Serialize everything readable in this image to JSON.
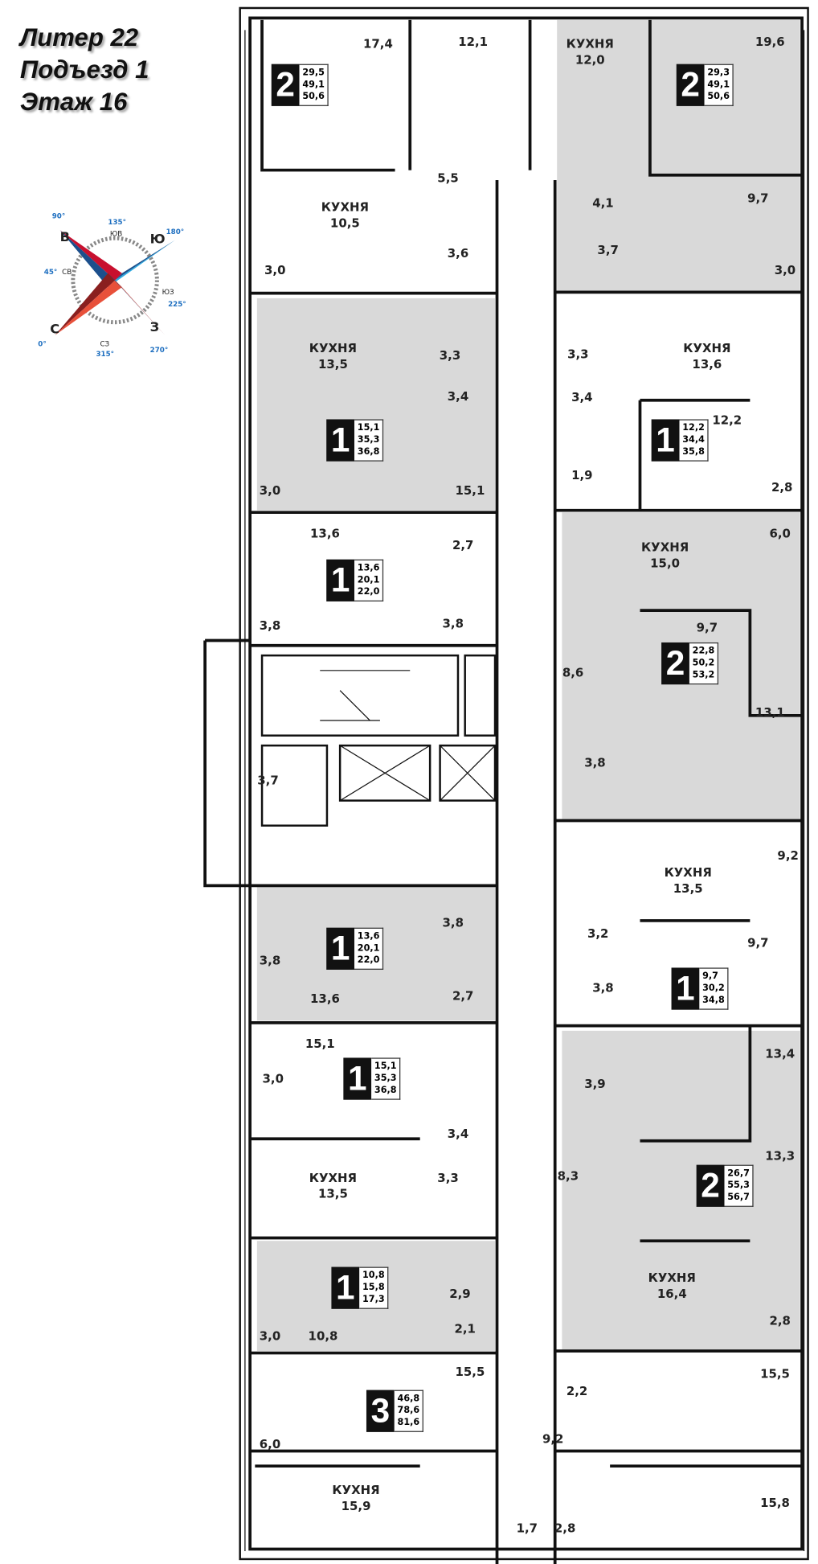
{
  "header": {
    "line1": "Литер 22",
    "line2": "Подъезд 1",
    "line3": "Этаж 16"
  },
  "compass": {
    "labels": [
      "В",
      "Ю",
      "С",
      "З",
      "СВ",
      "ЮВ",
      "ЮЗ",
      "СЗ"
    ],
    "degrees": [
      "90°",
      "180°",
      "0°",
      "270°",
      "45°",
      "135°",
      "225°",
      "315°"
    ]
  },
  "colors": {
    "shaded": "#d9d9d9",
    "wall": "#111111",
    "badge": "#111111"
  },
  "rooms": [
    {
      "area": "17,4"
    },
    {
      "area": "12,1"
    },
    {
      "area": "5,5"
    },
    {
      "name": "КУХНЯ",
      "area": "10,5"
    },
    {
      "area": "3,6"
    },
    {
      "area": "3,0"
    },
    {
      "name": "КУХНЯ",
      "area": "12,0"
    },
    {
      "area": "19,6"
    },
    {
      "area": "4,1"
    },
    {
      "area": "9,7"
    },
    {
      "area": "3,7"
    },
    {
      "area": "3,0"
    },
    {
      "name": "КУХНЯ",
      "area": "13,5"
    },
    {
      "area": "3,3"
    },
    {
      "area": "3,4"
    },
    {
      "area": "3,0"
    },
    {
      "area": "15,1"
    },
    {
      "area": "3,3"
    },
    {
      "name": "КУХНЯ",
      "area": "13,6"
    },
    {
      "area": "3,4"
    },
    {
      "area": "12,2"
    },
    {
      "area": "1,9"
    },
    {
      "area": "2,8"
    },
    {
      "area": "13,6"
    },
    {
      "area": "2,7"
    },
    {
      "area": "3,8"
    },
    {
      "area": "3,8"
    },
    {
      "name": "КУХНЯ",
      "area": "15,0"
    },
    {
      "area": "6,0"
    },
    {
      "area": "9,7"
    },
    {
      "area": "8,6"
    },
    {
      "area": "13,1"
    },
    {
      "area": "3,8"
    },
    {
      "area": "3,7"
    },
    {
      "area": "9,2"
    },
    {
      "name": "КУХНЯ",
      "area": "13,5"
    },
    {
      "area": "3,2"
    },
    {
      "area": "9,7"
    },
    {
      "area": "3,8"
    },
    {
      "area": "3,8"
    },
    {
      "area": "3,8"
    },
    {
      "area": "13,6"
    },
    {
      "area": "2,7"
    },
    {
      "area": "15,1"
    },
    {
      "area": "3,0"
    },
    {
      "area": "3,4"
    },
    {
      "name": "КУХНЯ",
      "area": "13,5"
    },
    {
      "area": "3,3"
    },
    {
      "area": "13,4"
    },
    {
      "area": "3,9"
    },
    {
      "area": "8,3"
    },
    {
      "area": "13,3"
    },
    {
      "name": "КУХНЯ",
      "area": "16,4"
    },
    {
      "area": "2,8"
    },
    {
      "area": "2,9"
    },
    {
      "area": "3,0"
    },
    {
      "area": "10,8"
    },
    {
      "area": "2,1"
    },
    {
      "area": "15,5"
    },
    {
      "area": "2,2"
    },
    {
      "area": "15,5"
    },
    {
      "area": "6,0"
    },
    {
      "area": "9,2"
    },
    {
      "name": "КУХНЯ",
      "area": "15,9"
    },
    {
      "area": "15,8"
    },
    {
      "area": "1,7"
    },
    {
      "area": "2,8"
    }
  ],
  "apartments": [
    {
      "rooms": "2",
      "living": "29,5",
      "total": "49,1",
      "full": "50,6"
    },
    {
      "rooms": "2",
      "living": "29,3",
      "total": "49,1",
      "full": "50,6"
    },
    {
      "rooms": "1",
      "living": "15,1",
      "total": "35,3",
      "full": "36,8"
    },
    {
      "rooms": "1",
      "living": "12,2",
      "total": "34,4",
      "full": "35,8"
    },
    {
      "rooms": "1",
      "living": "13,6",
      "total": "20,1",
      "full": "22,0"
    },
    {
      "rooms": "2",
      "living": "22,8",
      "total": "50,2",
      "full": "53,2"
    },
    {
      "rooms": "1",
      "living": "9,7",
      "total": "30,2",
      "full": "34,8"
    },
    {
      "rooms": "1",
      "living": "13,6",
      "total": "20,1",
      "full": "22,0"
    },
    {
      "rooms": "1",
      "living": "15,1",
      "total": "35,3",
      "full": "36,8"
    },
    {
      "rooms": "2",
      "living": "26,7",
      "total": "55,3",
      "full": "56,7"
    },
    {
      "rooms": "1",
      "living": "10,8",
      "total": "15,8",
      "full": "17,3"
    },
    {
      "rooms": "3",
      "living": "46,8",
      "total": "78,6",
      "full": "81,6"
    }
  ]
}
